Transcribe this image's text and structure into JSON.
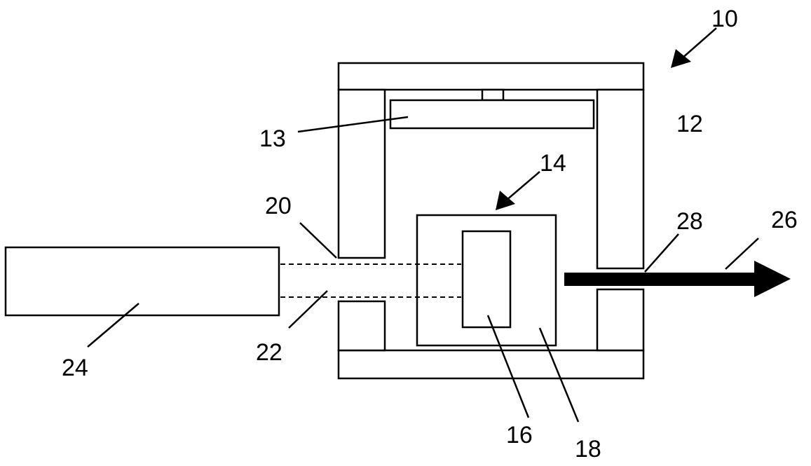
{
  "labels": {
    "assembly": "10",
    "housing": "12",
    "top_plate": "13",
    "module": "14",
    "inner_block": "16",
    "outer_block": "18",
    "beam_top": "20",
    "beam_bottom": "22",
    "source": "24",
    "output_arrow": "26",
    "exit_opening": "28"
  },
  "colors": {
    "stroke": "#000000",
    "background": "#ffffff"
  }
}
